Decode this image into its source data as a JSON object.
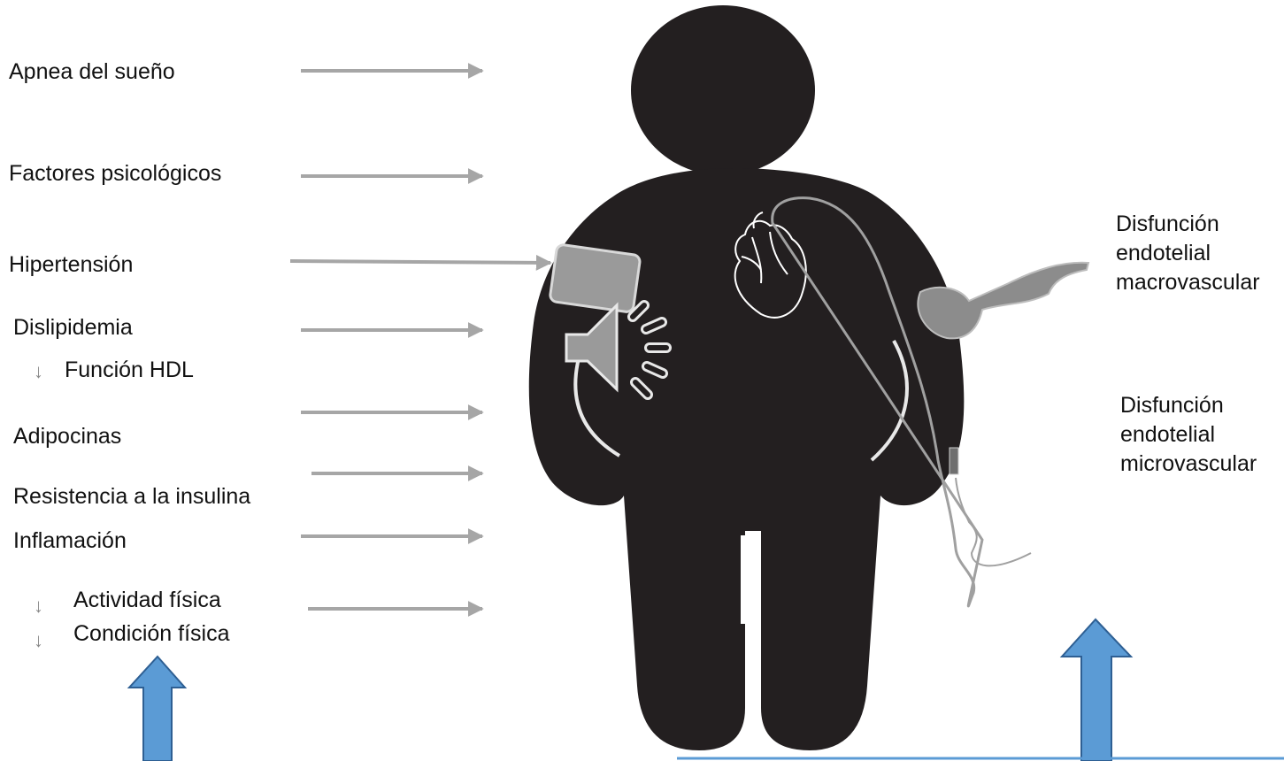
{
  "factors_left": {
    "apnea": "Apnea del sueño",
    "psych": "Factores psicológicos",
    "hypertension": "Hipertensión",
    "dyslipidemia": "Dislipidemia",
    "hdl": "Función HDL",
    "adipokines": "Adipocinas",
    "insulin": "Resistencia a la insulina",
    "inflammation": "Inflamación",
    "activity": "Actividad física",
    "fitness": "Condición física",
    "decrease_symbol": "↓"
  },
  "outcomes_right": {
    "macro": [
      "Disfunción",
      "endotelial",
      "macrovascular"
    ],
    "micro": [
      "Disfunción",
      "endotelial",
      "microvascular"
    ]
  },
  "colors": {
    "silhouette": "#231f20",
    "gray_arrow": "#a6a6a6",
    "device_gray": "#8c8c8c",
    "blue_arrow": "#5b9bd5",
    "blue_arrow_stroke": "#2e5f93",
    "blue_line": "#5b9bd5"
  }
}
